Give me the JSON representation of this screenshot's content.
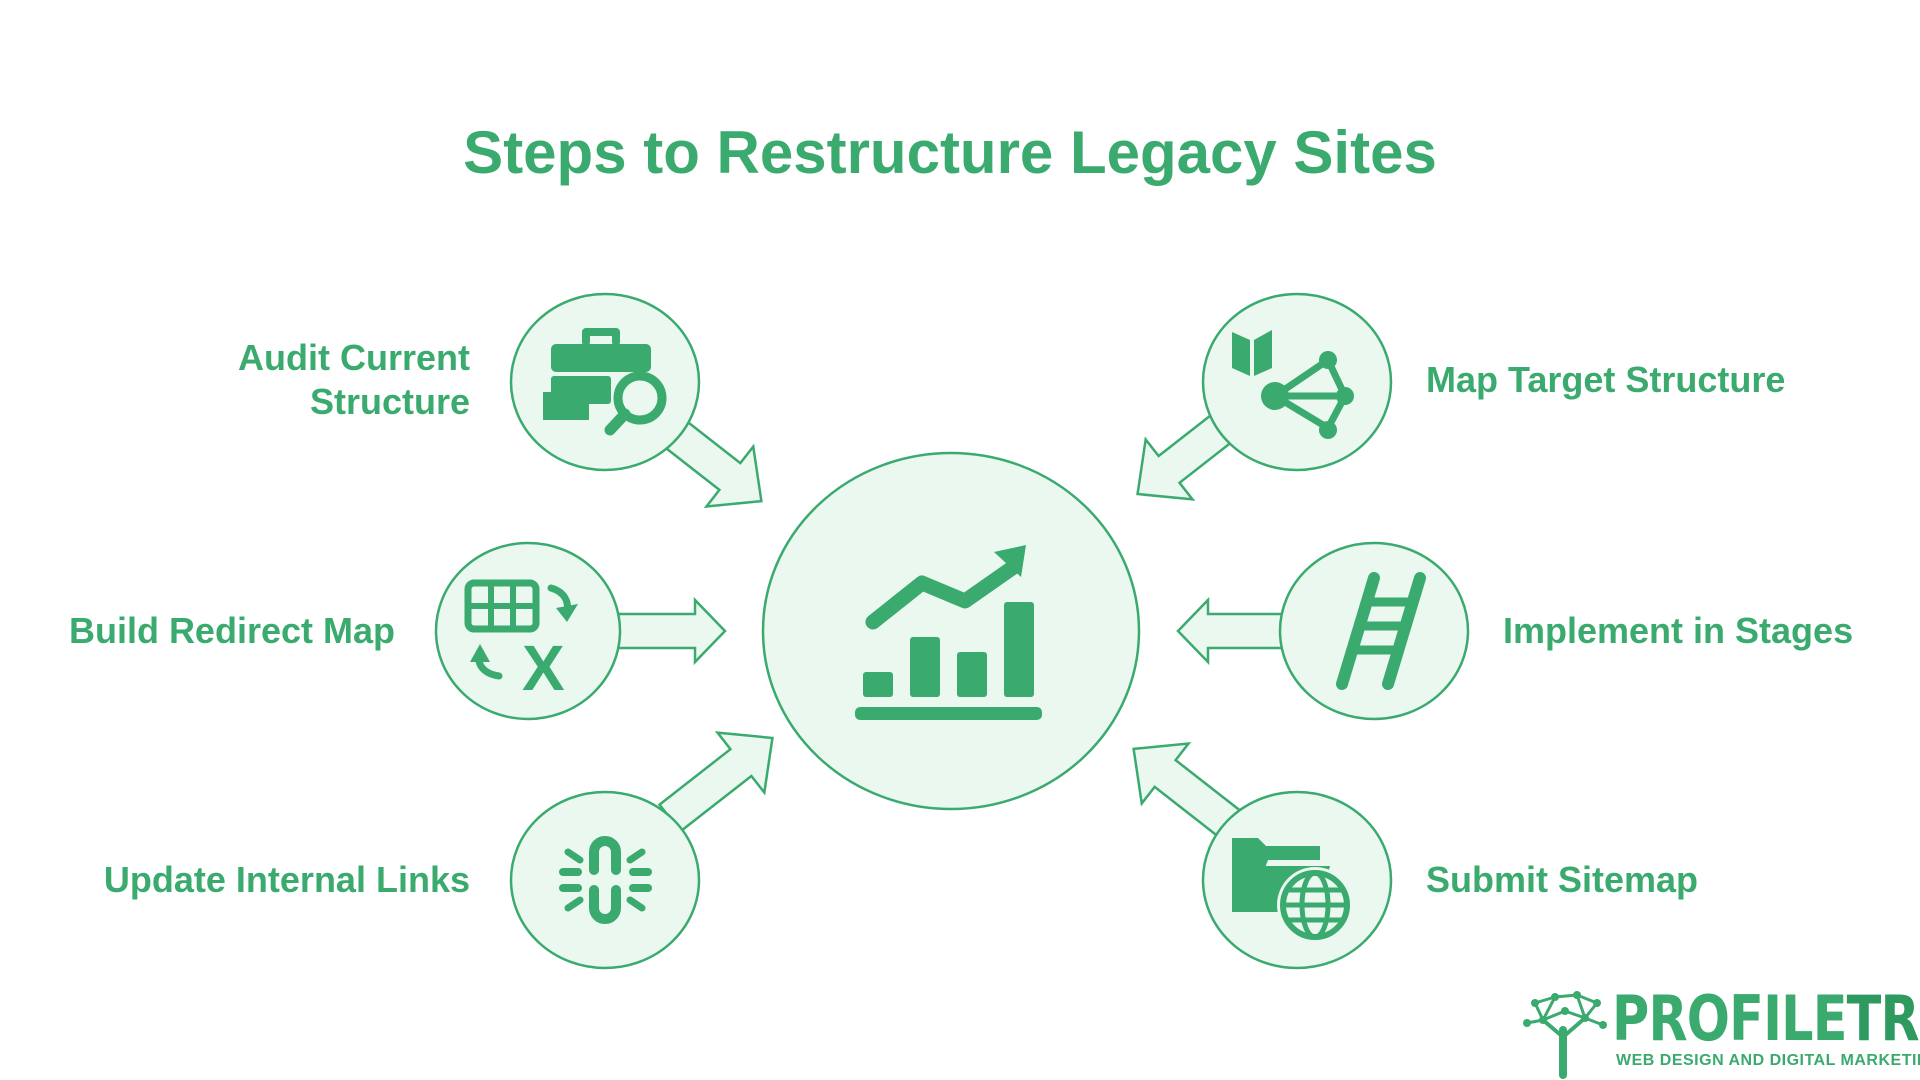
{
  "title": "Steps to Restructure Legacy Sites",
  "steps": {
    "audit": "Audit Current\nStructure",
    "redirect": "Build Redirect Map",
    "links": "Update Internal Links",
    "map": "Map Target Structure",
    "implement": "Implement in Stages",
    "sitemap": "Submit Sitemap"
  },
  "center_icon": "growth-chart-icon",
  "icons": {
    "audit": "toolbox-magnifier-icon",
    "redirect": "table-redirect-icon",
    "links": "broken-link-icon",
    "map": "map-network-icon",
    "implement": "ladder-icon",
    "sitemap": "folder-globe-icon"
  },
  "colors": {
    "accent": "#3aaa6e",
    "fill": "#eaf8f0",
    "stroke": "#3aaa6e"
  },
  "logo": {
    "name_part1": "PROFILE",
    "name_part2": "TREE",
    "tagline": "WEB DESIGN AND DIGITAL MARKETING"
  }
}
